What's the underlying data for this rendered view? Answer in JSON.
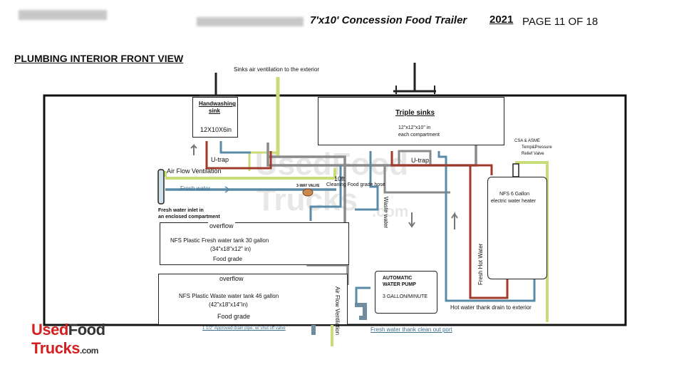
{
  "header": {
    "title": "7'x10'  Concession Food Trailer",
    "year": "2021",
    "page": "PAGE 11 OF 18"
  },
  "section_title": "PLUMBING INTERIOR FRONT VIEW",
  "labels": {
    "sinks_vent": "Sinks air ventilation to the exterior",
    "handwashing_line1": "Handwashing",
    "handwashing_line2": "sink",
    "handwashing_size": "12X10X6in",
    "triple_sinks": "Triple sinks",
    "triple_size_line1": "12\"x12\"x10\" in",
    "triple_size_line2": "each compartment",
    "utrap_left": "U-trap",
    "utrap_right": "U-trap",
    "air_flow_top": "Air Flow Ventilation",
    "fresh_water": "Fresh water",
    "valve": "3-WAY VALVE",
    "hose_len": "10ft",
    "hose_desc": "Cleaning Food grade hose",
    "waste_water": "Waste water",
    "fresh_inlet_line1": "Fresh water inlet in",
    "fresh_inlet_line2": "an enclosed compartment",
    "overflow_top": "overflow",
    "fresh_tank_line1": "NFS Plastic Fresh water tank 30 gallon",
    "fresh_tank_line2": "(34\"x18\"x12\" in)",
    "food_grade_1": "Food grade",
    "overflow_bottom": "overflow",
    "waste_tank_line1": "NFS Plastic Waste water tank 46 gallon",
    "waste_tank_line2": "(42\"x18\"x14\"in)",
    "food_grade_2": "Food grade",
    "pump_line1": "AUTOMATIC",
    "pump_line2": "WATER PUMP",
    "pump_rate": "3 GALLON/MINUTE",
    "air_flow_vertical": "Air Flow Ventilation",
    "drain_pipe": "1 1/2\" Approved drain pipe, w/ shut off valve",
    "clean_out": "Fresh water thank clean out port",
    "hot_drain": "Hot water thank drain to exterior",
    "fresh_hot": "Fresh Hot Water",
    "relief_line1": "CSA & ASME",
    "relief_line2": "Temp&Pressure",
    "relief_line3": "Relief Valve",
    "heater_line1": "NFS 6 Gallon",
    "heater_line2": "electric water heater"
  },
  "logo": {
    "line1_a": "Used",
    "line1_b": "Food",
    "line2_a": "Trucks",
    "line2_b": ".com"
  },
  "watermark": {
    "line1": "UsedFood",
    "line2": "Trucks",
    "line3": ".com"
  },
  "colors": {
    "fresh_pipe": "#5b8aa6",
    "waste_pipe": "#8a8a8a",
    "hot_pipe": "#a03a2a",
    "vent_pipe": "#c8dc78",
    "logo_red": "#d32020",
    "logo_dark": "#333333"
  }
}
